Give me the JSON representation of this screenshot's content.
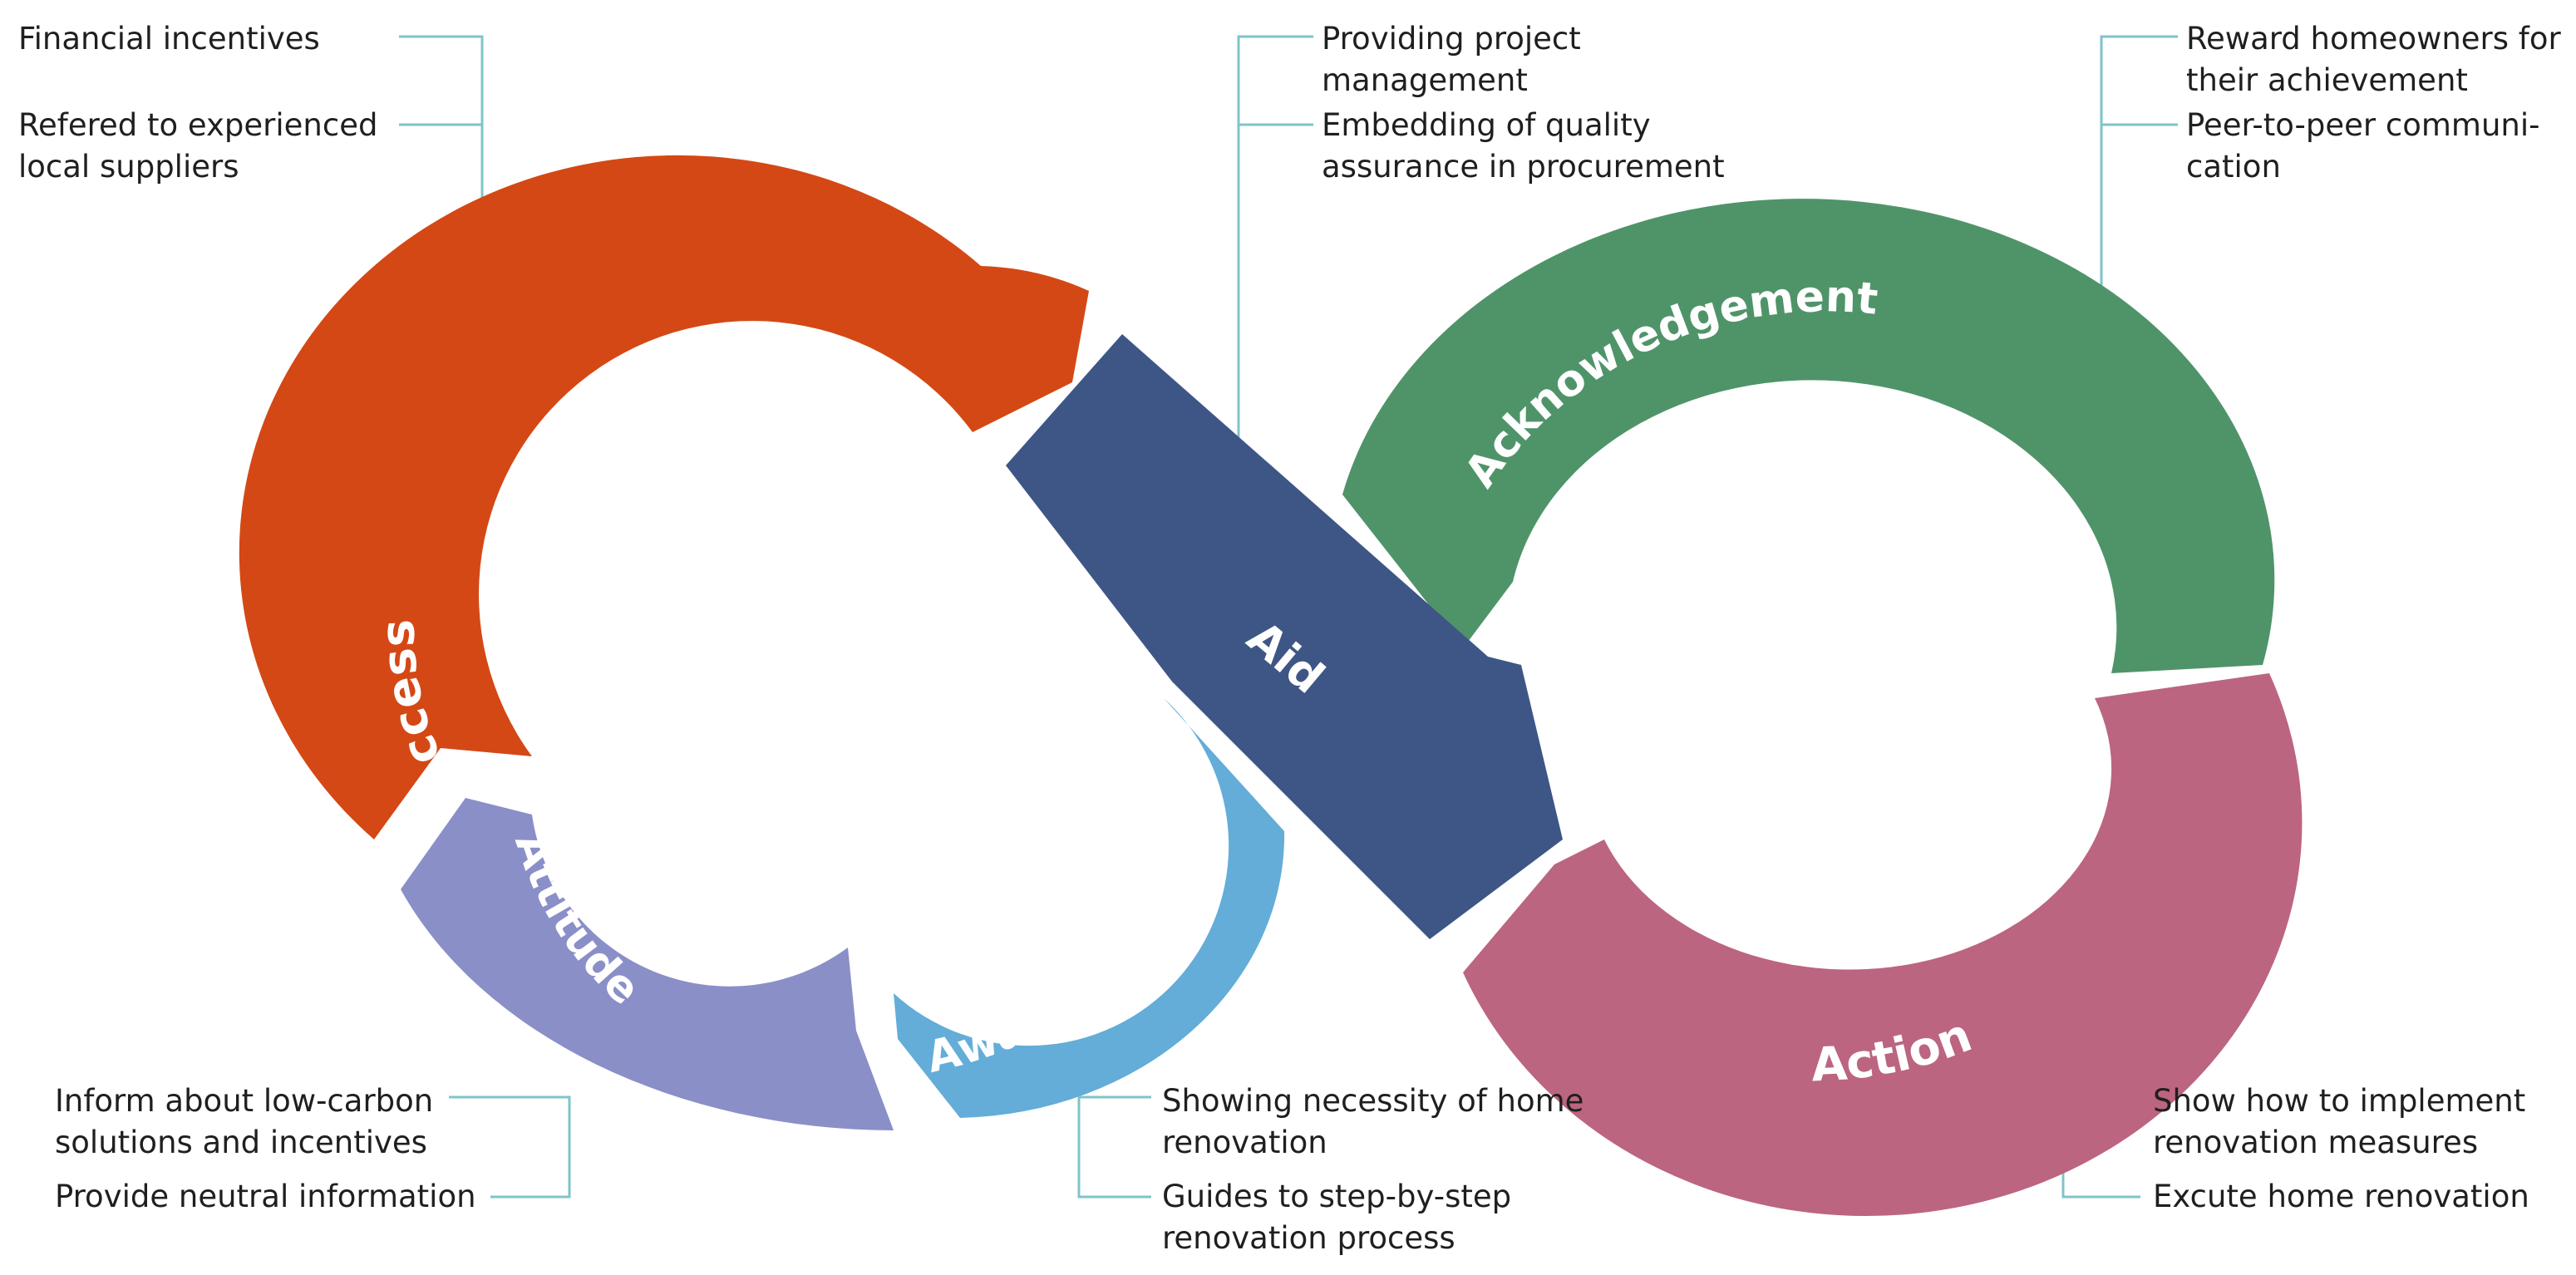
{
  "stages": {
    "access": {
      "label": "Access",
      "color": "#d44815"
    },
    "aid": {
      "label": "Aid",
      "color": "#3e5686"
    },
    "acknowledgement": {
      "label": "Acknowledgement",
      "color": "#4f9469"
    },
    "action": {
      "label": "Action",
      "color": "#bc6580"
    },
    "attitude": {
      "label": "Attitude",
      "color": "#8a8fc8"
    },
    "awareness": {
      "label": "Awareness",
      "color": "#63add8"
    }
  },
  "notes": {
    "access": [
      "Financial incentives",
      "Refered to experienced\nlocal suppliers"
    ],
    "aid": [
      "Providing project\nmanagement",
      "Embedding of quality\nassurance in procurement"
    ],
    "acknowledgement": [
      "Reward homeowners for\ntheir achievement",
      "Peer-to-peer communi-\ncation"
    ],
    "attitude": [
      "Inform about low-carbon\nsolutions and incentives",
      "Provide neutral information"
    ],
    "awareness": [
      "Showing necessity of home\nrenovation",
      "Guides to step-by-step\nrenovation process"
    ],
    "action": [
      "Show how to implement\nrenovation measures",
      "Excute home renovation"
    ]
  },
  "leader_color": "#7fc4c8"
}
